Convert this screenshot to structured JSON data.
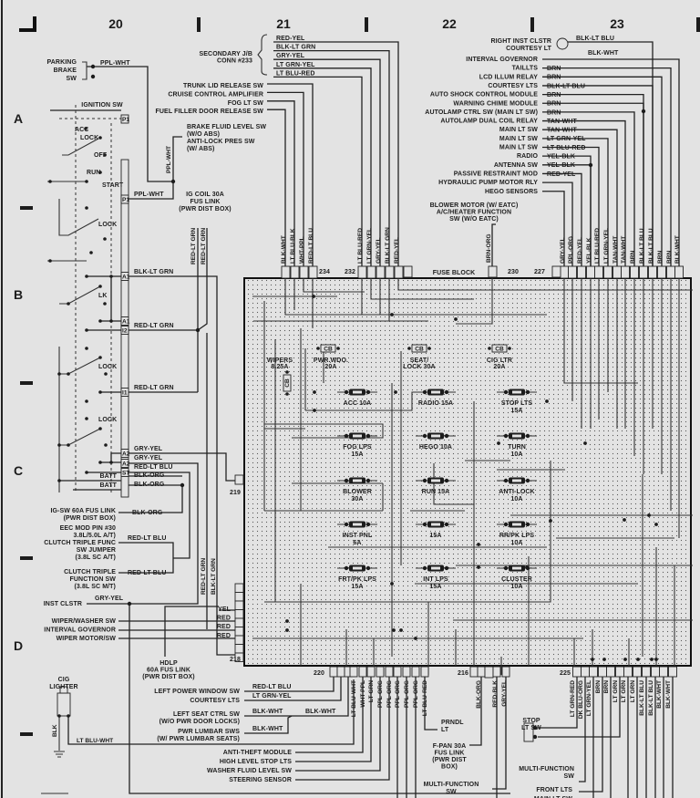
{
  "grid": {
    "columns": [
      "20",
      "21",
      "22",
      "23"
    ],
    "rows": [
      "A",
      "B",
      "C",
      "D"
    ]
  },
  "parking_brake": {
    "label": [
      "PARKING",
      "BRAKE",
      "SW"
    ],
    "wire": "PPL-WHT"
  },
  "ignition": {
    "title": "IGNITION SW",
    "positions": [
      "ACC",
      "LOCK",
      "OFF",
      "RUN",
      "START",
      "LOCK",
      "LK",
      "LOCK",
      "LOCK"
    ],
    "pins": [
      "P1",
      "P1",
      "A1",
      "A1",
      "I2",
      "I1",
      "A2",
      "A2",
      "ST"
    ],
    "batt": [
      "BATT",
      "BATT"
    ],
    "ppl_wht": [
      "PPL-WHT",
      "PPL-WHT"
    ]
  },
  "brake_fluid": [
    "BRAKE FLUID LEVEL SW",
    "(W/O ABS)",
    "ANTI-LOCK PRES SW",
    "(W/ ABS)"
  ],
  "ig_coil": {
    "label": [
      "IG COIL 30A",
      "FUS LINK",
      "(PWR DIST BOX)"
    ],
    "wires": [
      "RED-LT GRN",
      "RED-LT GRN"
    ]
  },
  "left_wires": [
    "BLK-LT GRN",
    "RED-LT GRN",
    "RED-LT GRN",
    "GRY-YEL",
    "GRY-YEL",
    "RED-LT BLU",
    "BLK-ORG",
    "BLK-ORG"
  ],
  "secondary_jb": {
    "label": [
      "SECONDARY J/B",
      "CONN #233"
    ],
    "wires": [
      "RED-YEL",
      "BLK-LT GRN",
      "GRY-YEL",
      "LT GRN-YEL",
      "LT BLU-RED"
    ]
  },
  "top_mid_components": [
    "TRUNK LID RELEASE SW",
    "CRUISE CONTROL AMPLIFIER",
    "FOG LT SW",
    "FUEL FILLER DOOR RELEASE SW"
  ],
  "conn_234_wires": [
    "BLK-WHT",
    "LT BLU-BLK",
    "WHT-PPL",
    "RED-LT BLU"
  ],
  "conn_232_wires": [
    "LT BLU-RED",
    "LT GRN-YEL",
    "GRY-YEL",
    "BLK-LT GRN",
    "RED-YEL"
  ],
  "connectors": {
    "c234": "234",
    "c232": "232",
    "c230": "230",
    "c227": "227",
    "c219": "219",
    "c218": "218",
    "c220": "220",
    "c216": "216",
    "c225": "225"
  },
  "fuse_block_label": "FUSE BLOCK",
  "blower": {
    "label": [
      "BLOWER MOTOR (W/ EATC)",
      "A/C/HEATER FUNCTION",
      "SW (W/O EATC)"
    ],
    "wire": "BRN-ORG"
  },
  "right_top": {
    "clstr": [
      "RIGHT INST CLSTR",
      "COURTESY LT"
    ],
    "clstr_wire": "BLK-LT BLU",
    "top_wire": "BLK-WHT",
    "components": [
      "INTERVAL GOVERNOR",
      "TAILLTS",
      "LCD ILLUM RELAY",
      "COURTESY LTS",
      "AUTO SHOCK CONTROL MODULE",
      "WARNING CHIME MODULE",
      "AUTOLAMP CTRL SW (MAIN LT SW)",
      "AUTOLAMP DUAL COIL RELAY",
      "MAIN LT SW",
      "MAIN LT SW",
      "MAIN LT SW",
      "RADIO",
      "ANTENNA SW",
      "PASSIVE RESTRAINT MOD",
      "HYDRAULIC PUMP MOTOR RLY",
      "HEGO SENSORS"
    ],
    "wires": [
      "BRN",
      "BRN",
      "BLK-LT BLU",
      "BRN",
      "BRN",
      "BRN",
      "TAN-WHT",
      "TAN-WHT",
      "LT GRN-YEL",
      "LT BLU-RED",
      "YEL-BLK",
      "YEL-BLK",
      "RED-YEL"
    ],
    "conn_227_wires": [
      "GRY-YEL",
      "PPL-ORG",
      "RED-YEL",
      "YEL-BLK",
      "LT BLU-RED",
      "LT GRN-YEL",
      "TAN-WHT",
      "TAN-WHT",
      "BRN",
      "BLK-LT BLU",
      "BLK-LT BLU",
      "BRN",
      "BRN",
      "BLK-WHT"
    ]
  },
  "left_lower": {
    "ig_sw": [
      "IG-SW 60A FUS LINK",
      "(PWR DIST BOX)"
    ],
    "ig_sw_wire": "BLK-ORG",
    "eec": [
      "EEC MOD PIN #30",
      "3.8L/5.0L A/T)",
      "CLUTCH TRIPLE FUNC",
      "SW JUMPER",
      "(3.8L SC A/T)"
    ],
    "eec_wire": "RED-LT BLU",
    "clutch": [
      "CLUTCH TRIPLE",
      "FUNCTION SW",
      "(3.8L SC M/T)"
    ],
    "clutch_wire": "RED-LT BLU",
    "vert_wires": [
      "RED-LT GRN",
      "BLK-LT GRN"
    ],
    "inst_clstr": "INST CLSTR",
    "inst_clstr_wire": "GRY-YEL",
    "wiper": [
      "WIPER/WASHER SW",
      "INTERVAL GOVERNOR",
      "WIPER MOTOR/SW"
    ],
    "c218_wires": [
      "YEL",
      "RED",
      "RED",
      "RED"
    ],
    "hdlp": [
      "HDLP",
      "60A FUS LINK",
      "(PWR DIST BOX)"
    ],
    "cig": [
      "CIG",
      "LIGHTER"
    ],
    "cig_wires": [
      "BLK",
      "LT BLU-WHT"
    ]
  },
  "bottom_left": {
    "components": [
      "LEFT POWER WINDOW SW",
      "COURTESY LTS"
    ],
    "component_wires": [
      "RED-LT BLU",
      "LT GRN-YEL"
    ],
    "seat": [
      "LEFT SEAT CTRL SW",
      "(W/O PWR DOOR LOCKS)"
    ],
    "seat_wires": [
      "BLK-WHT",
      "BLK-WHT"
    ],
    "lumbar": [
      "PWR LUMBAR SWS",
      "(W/ PWR LUMBAR SEATS)"
    ],
    "lumbar_wire": "BLK-WHT",
    "modules": [
      "ANTI-THEFT MODULE",
      "HIGH LEVEL STOP LTS",
      "WASHER FLUID LEVEL SW",
      "STEERING SENSOR"
    ],
    "conn_220_wires": [
      "LT BLU-WHT",
      "WHT-PPL",
      "LT GRN",
      "PPL-ORG",
      "PPL-ORG",
      "PPL-ORG",
      "PPL-ORG",
      "PPL-ORG",
      "LT BLU-RED"
    ]
  },
  "bottom_mid": {
    "prndl": [
      "PRNDL",
      "LT"
    ],
    "conn_216_wires": [
      "BLK-ORG",
      "RED-BLK",
      "GRY-YEL"
    ],
    "f_pan": [
      "F-PAN 30A",
      "FUS LINK",
      "(PWR DIST",
      "BOX)"
    ],
    "multi_function": [
      "MULTI-FUNCTION",
      "SW"
    ]
  },
  "bottom_right": {
    "conn_225_wires": [
      "LT GRN-RED",
      "DK BLU-ORG",
      "LT GRN-YEL",
      "BRN",
      "BRN",
      "LT GRN",
      "LT GRN",
      "LT GRN",
      "BLK-LT BLU",
      "BLK-LT BLU",
      "BLK-WHT",
      "BLK-WHT"
    ],
    "stop_lt_sw": [
      "STOP",
      "LT SW"
    ],
    "multi_function": [
      "MULTI-FUNCTION",
      "SW"
    ],
    "front_lts": "FRONT LTS",
    "main_lt_sw": "MAIN LT SW"
  },
  "fuse_block": {
    "circuit_breakers": [
      {
        "tag": "CB",
        "name": [
          "WIPERS",
          "8.25A"
        ]
      },
      {
        "tag": "CB",
        "name": [
          "PWR.WDO.",
          "20A"
        ]
      },
      {
        "tag": "CB",
        "name": [
          "SEAT/",
          "LOCK 30A"
        ]
      },
      {
        "tag": "CB",
        "name": [
          "CIG LTR",
          "20A"
        ]
      }
    ],
    "fuses": [
      {
        "name": [
          "ACC 10A"
        ]
      },
      {
        "name": [
          "RADIO 15A"
        ]
      },
      {
        "name": [
          "STOP LTS",
          "15A"
        ]
      },
      {
        "name": [
          "FOG LPS",
          "15A"
        ]
      },
      {
        "name": [
          "HEGO 10A"
        ]
      },
      {
        "name": [
          "TURN",
          "10A"
        ]
      },
      {
        "name": [
          "BLOWER",
          "30A"
        ]
      },
      {
        "name": [
          "RUN 15A"
        ]
      },
      {
        "name": [
          "ANTI-LOCK",
          "10A"
        ]
      },
      {
        "name": [
          "INST PNL",
          "6A"
        ]
      },
      {
        "name": [
          "15A"
        ]
      },
      {
        "name": [
          "RR/PK LPS",
          "10A"
        ]
      },
      {
        "name": [
          "FRT/PK LPS",
          "15A"
        ]
      },
      {
        "name": [
          "INT LPS",
          "15A"
        ]
      },
      {
        "name": [
          "CLUSTER",
          "10A"
        ]
      }
    ]
  }
}
